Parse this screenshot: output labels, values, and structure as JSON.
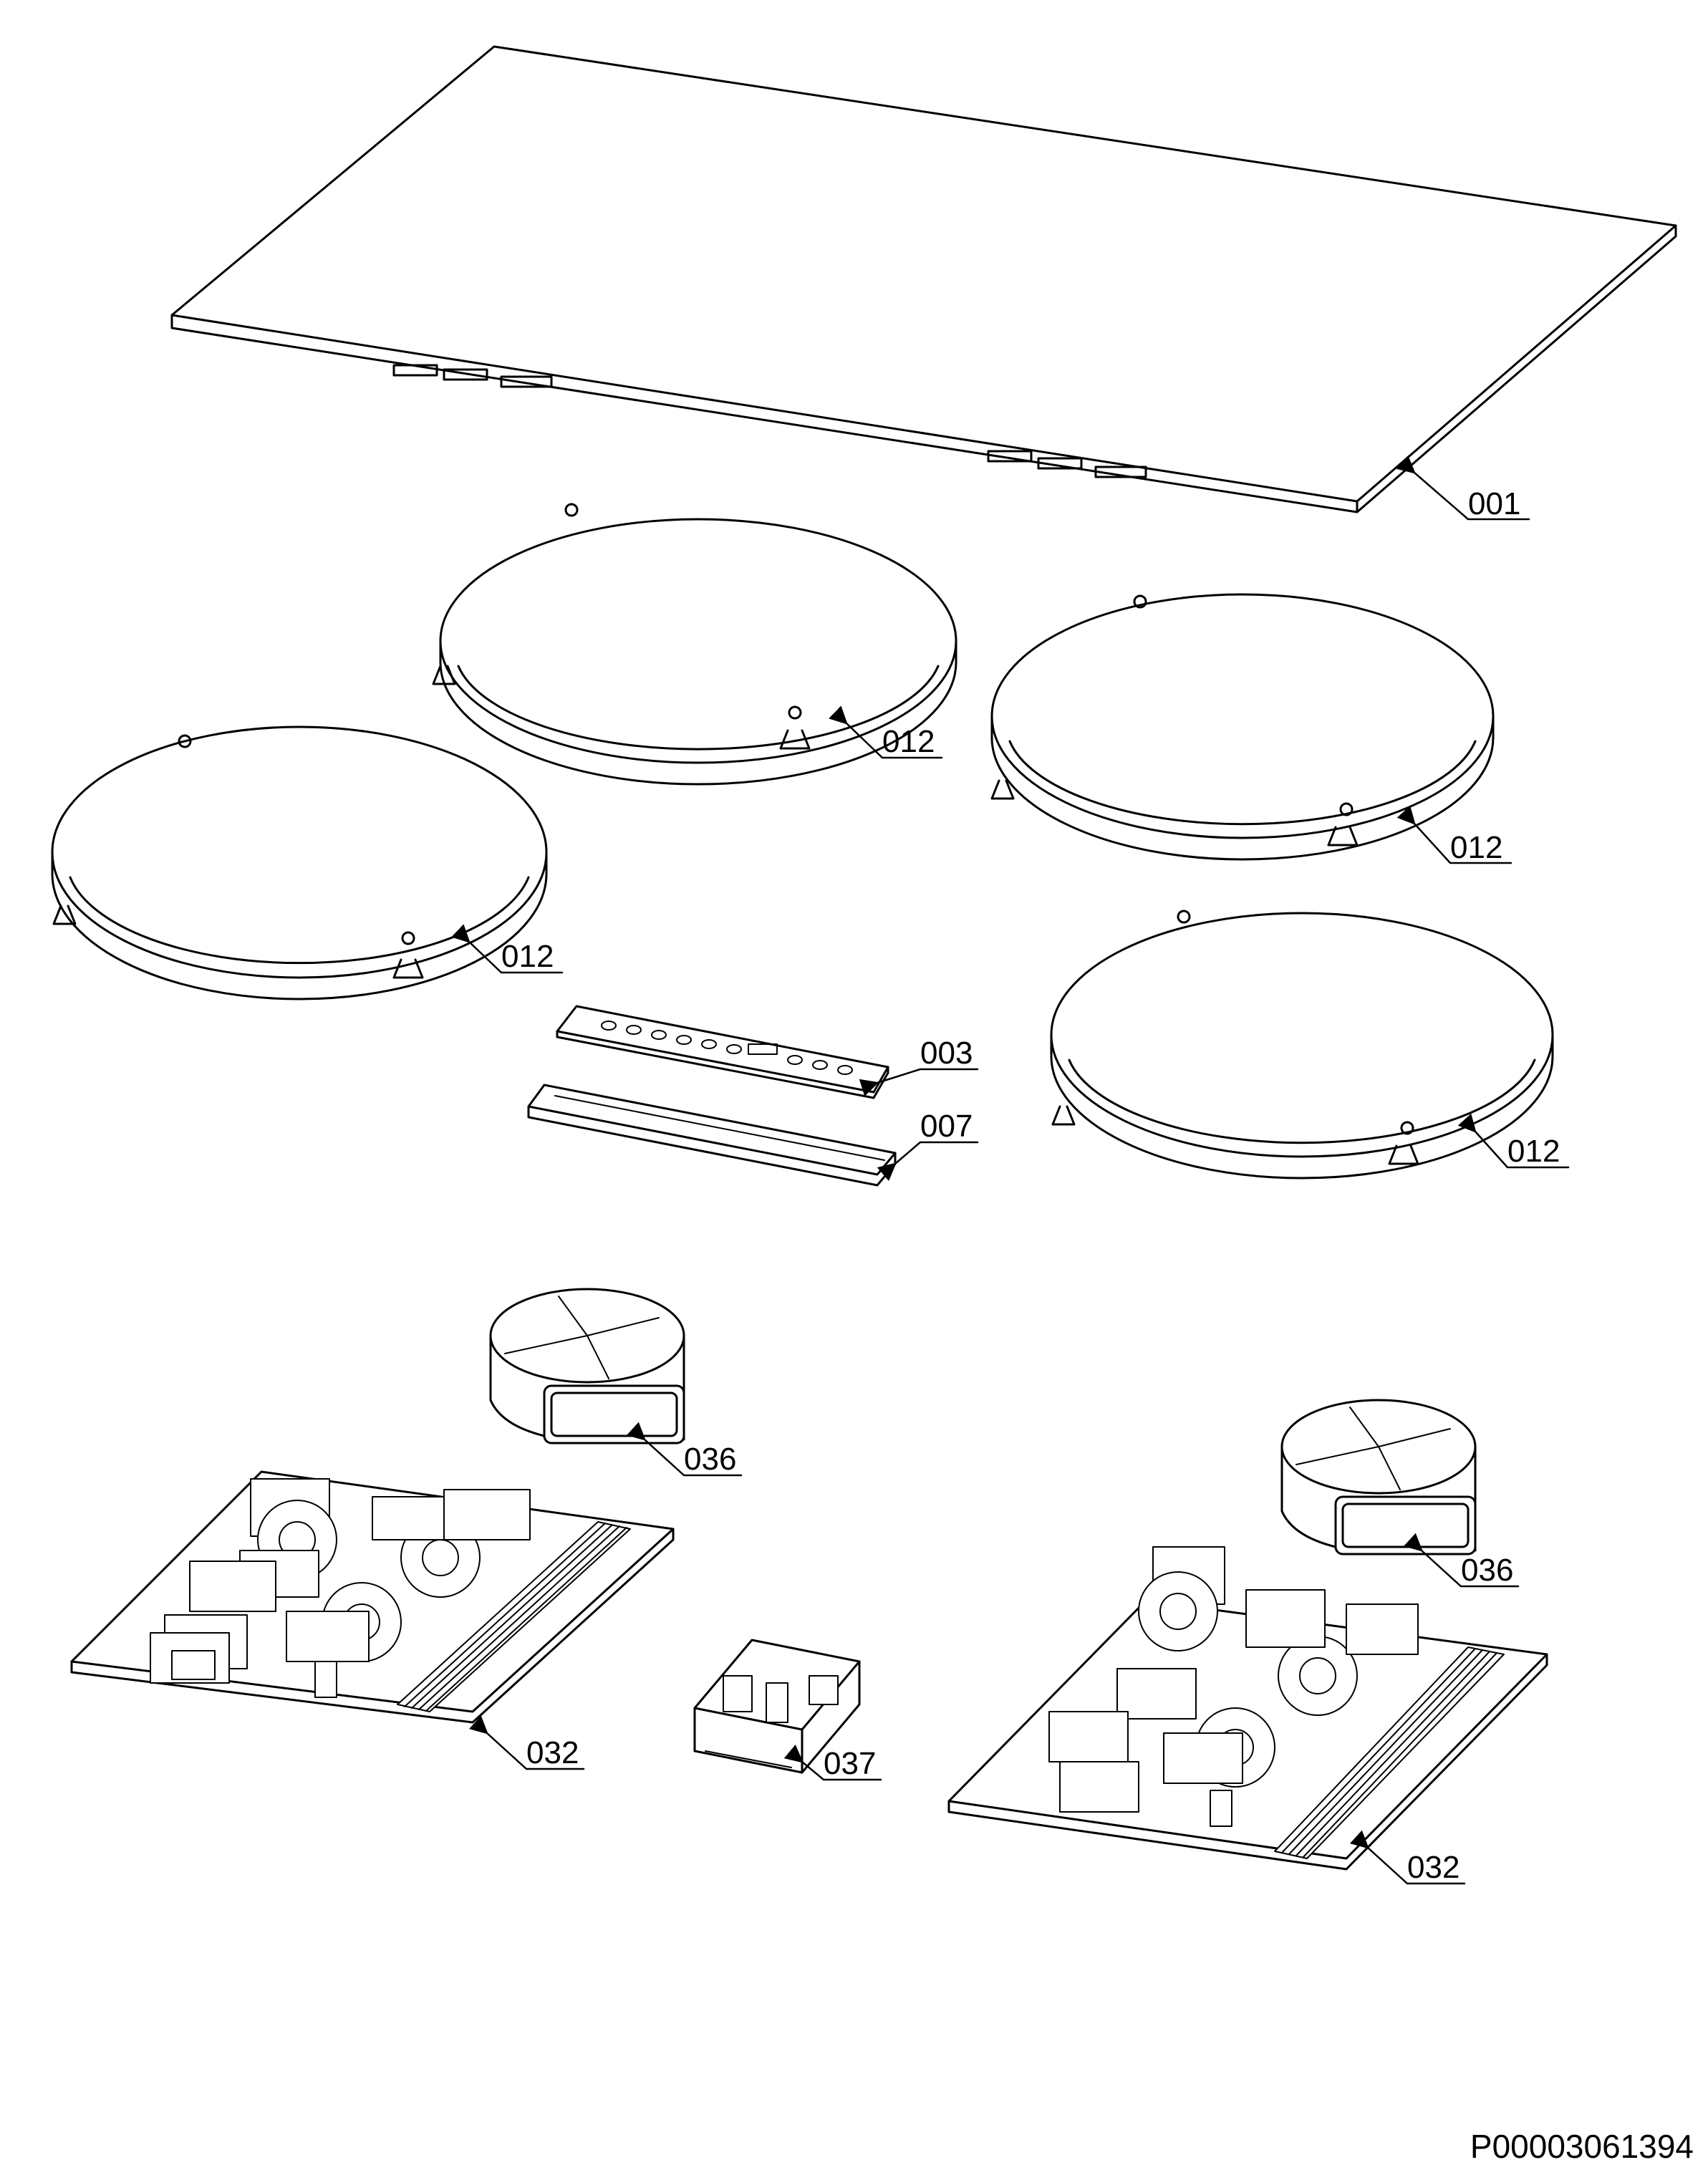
{
  "labels": {
    "glass": "001",
    "zone_top": "012",
    "zone_right_top": "012",
    "zone_left": "012",
    "zone_right_bottom": "012",
    "control_board": "003",
    "control_frame": "007",
    "fan_left": "036",
    "fan_right": "036",
    "board_left": "032",
    "board_right": "032",
    "filter_module": "037"
  },
  "document_id": "P00003061394"
}
